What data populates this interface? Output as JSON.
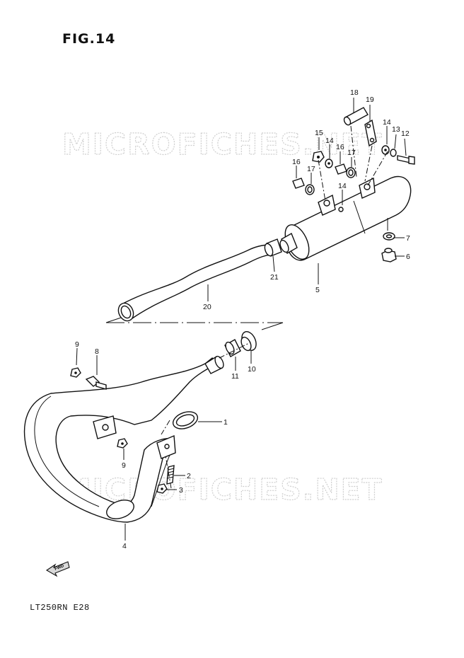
{
  "figure": {
    "title": "FIG.14",
    "model_code": "LT250RN E28",
    "fwd_label": "FWD"
  },
  "watermarks": [
    "MICROFICHES.NET",
    "MICROFICHES.NET"
  ],
  "callouts": {
    "p1": "1",
    "p2": "2",
    "p3": "3",
    "p4": "4",
    "p5": "5",
    "p6": "6",
    "p7": "7",
    "p8": "8",
    "p9a": "9",
    "p9b": "9",
    "p10": "10",
    "p11": "11",
    "p12": "12",
    "p13": "13",
    "p14a": "14",
    "p14b": "14",
    "p14c": "14",
    "p15": "15",
    "p16a": "16",
    "p16b": "16",
    "p17a": "17",
    "p17b": "17",
    "p18": "18",
    "p19": "19",
    "p20": "20",
    "p21": "21"
  }
}
